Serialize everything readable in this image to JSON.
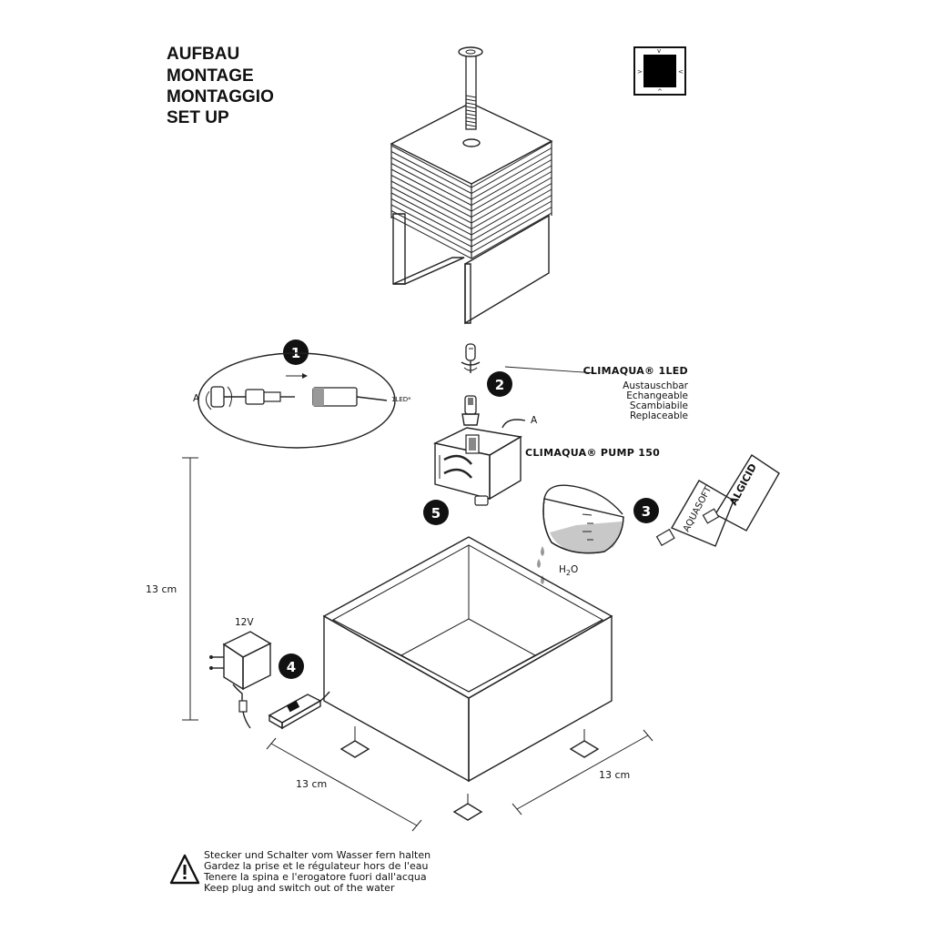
{
  "title": {
    "lines": [
      "AUFBAU",
      "MONTAGE",
      "MONTAGGIO",
      "SET UP"
    ]
  },
  "steps": {
    "step1": "1",
    "step2": "2",
    "step3": "3",
    "step4": "4",
    "step5": "5"
  },
  "led": {
    "name": "CLIMAQUA® 1LED",
    "replaceable": [
      "Austauschbar",
      "Echangeable",
      "Scambiabile",
      "Replaceable"
    ],
    "connector_label": "1LED*",
    "connector_a": "A"
  },
  "pump": {
    "name": "CLIMAQUA® PUMP 150",
    "cable_label": "A"
  },
  "bottles": {
    "left": "AQUASOFT",
    "right": "ALGICID"
  },
  "water": {
    "label": "H",
    "subscript": "2",
    "suffix": "O"
  },
  "power": {
    "voltage": "12V"
  },
  "dimensions": {
    "height": "13 cm",
    "width_left": "13 cm",
    "width_right": "13 cm"
  },
  "warning": {
    "lines": [
      "Stecker und Schalter vom Wasser fern halten",
      "Gardez la prise et le régulateur hors de l'eau",
      "Tenere la spina e l'erogatore fuori dall'acqua",
      "Keep plug and switch out of the water"
    ],
    "icon": "warning-triangle-icon"
  }
}
